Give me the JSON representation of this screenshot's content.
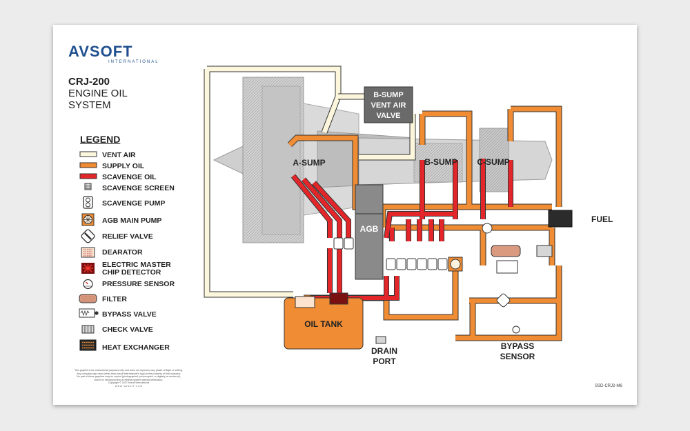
{
  "brand": {
    "name": "AVSOFT",
    "sub": "INTERNATIONAL"
  },
  "title": {
    "line1": "CRJ-200",
    "line2": "ENGINE OIL",
    "line3": "SYSTEM"
  },
  "legend": {
    "heading": "LEGEND",
    "items": [
      {
        "label": "VENT AIR",
        "icon": "vent-air-line"
      },
      {
        "label": "SUPPLY OIL",
        "icon": "supply-oil-line"
      },
      {
        "label": "SCAVENGE OIL",
        "icon": "scavenge-oil-line"
      },
      {
        "label": "SCAVENGE SCREEN",
        "icon": "scavenge-screen-icon"
      },
      {
        "label": "SCAVENGE PUMP",
        "icon": "scavenge-pump-icon"
      },
      {
        "label": "AGB MAIN PUMP",
        "icon": "agb-main-pump-icon"
      },
      {
        "label": "RELIEF VALVE",
        "icon": "relief-valve-icon"
      },
      {
        "label": "DEARATOR",
        "icon": "dearator-icon"
      },
      {
        "label": "ELECTRIC MASTER",
        "label2": "CHIP DETECTOR",
        "icon": "chip-detector-icon"
      },
      {
        "label": "PRESSURE SENSOR",
        "icon": "pressure-sensor-icon"
      },
      {
        "label": "FILTER",
        "icon": "filter-icon"
      },
      {
        "label": "BYPASS VALVE",
        "icon": "bypass-valve-icon"
      },
      {
        "label": "CHECK VALVE",
        "icon": "check-valve-icon"
      },
      {
        "label": "HEAT EXCHANGER",
        "icon": "heat-exchanger-icon"
      }
    ]
  },
  "colors": {
    "vent_air": "#fbf6dc",
    "supply_oil": "#f08c33",
    "scavenge_oil": "#e3262a",
    "line_edge": "#333333",
    "engine_gray": "#cfcfcf",
    "agb_gray": "#8a8a8a",
    "tank": "#f08c33",
    "brand": "#1f4f8f"
  },
  "diagram": {
    "bsump_vent_line1": "B-SUMP",
    "bsump_vent_line2": "VENT AIR",
    "bsump_vent_line3": "VALVE",
    "a_sump": "A-SUMP",
    "b_sump": "B-SUMP",
    "c_sump": "C-SUMP",
    "agb": "AGB",
    "fuel": "FUEL",
    "oil_tank": "OIL TANK",
    "drain_port_1": "DRAIN",
    "drain_port_2": "PORT",
    "bypass_sensor_1": "BYPASS",
    "bypass_sensor_2": "SENSOR"
  },
  "disclaimer": {
    "lines": [
      "This graphic is for instructional purposes only and does not represent any phase of flight or setting.",
      "Any company logo used (other than Avsoft International's logo) is the property of that company.",
      "No part of these graphics may be copied (photographed, photocopied, or digitally re-rendered),",
      "stored or introduced into a retrieval system without permission.",
      "Copyright © 2017 Avsoft International",
      "w w w . a v s o f t . c o m"
    ]
  },
  "doc_number": "SSD-CRJ2-M6"
}
